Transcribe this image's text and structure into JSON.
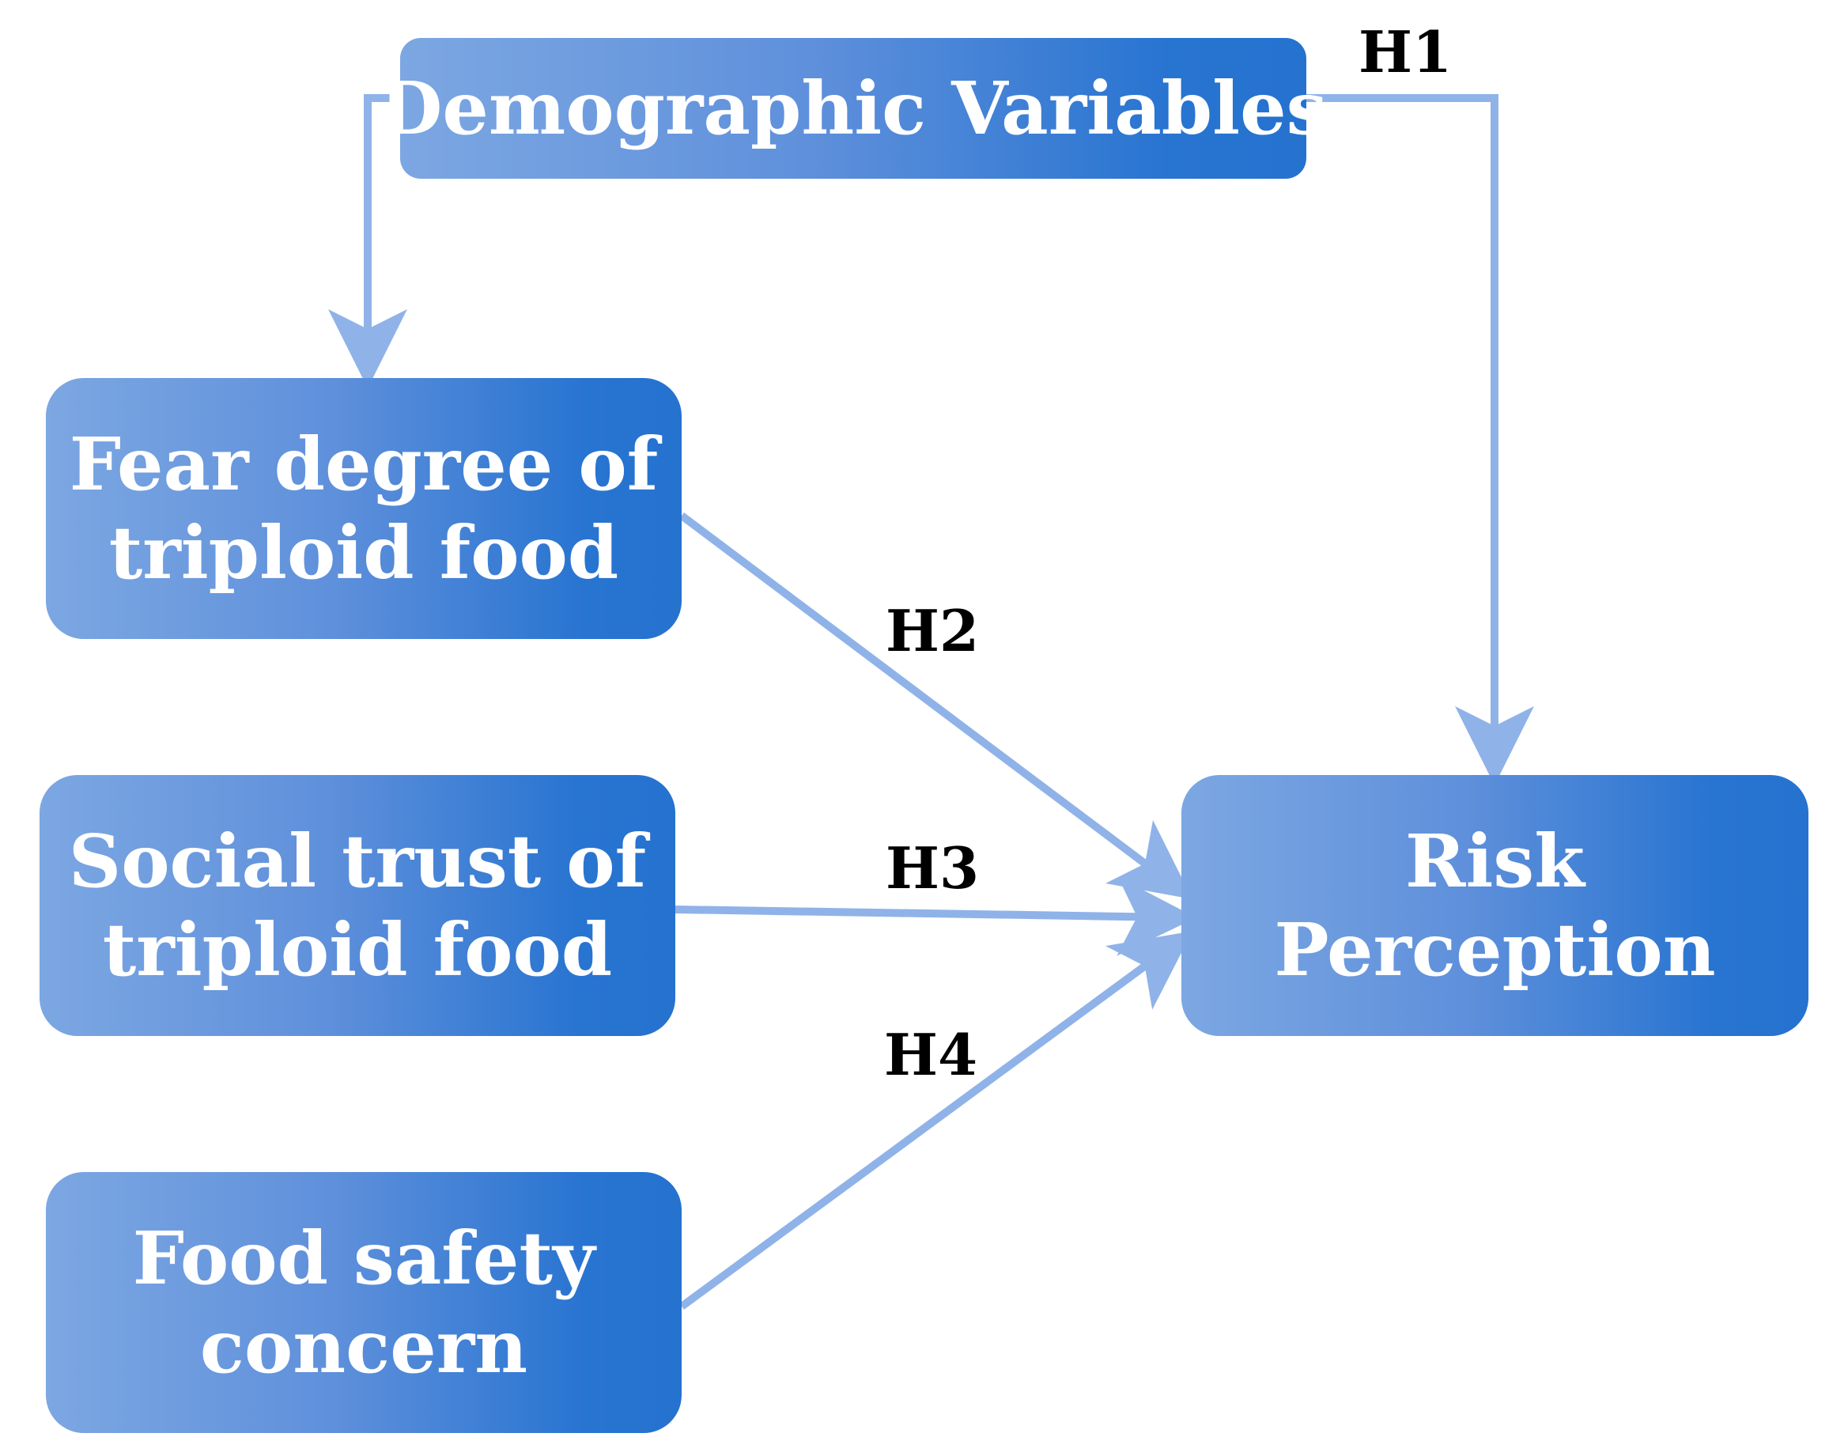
{
  "colors": {
    "box_gradient_start": "#7ca7e2",
    "box_gradient_end": "#2572cf",
    "arrow": "#8fb3e8",
    "box_text": "#ffffff",
    "label_text": "#000000",
    "background": "#ffffff"
  },
  "nodes": {
    "demographics": "Demographic Variables",
    "fear": "Fear degree of\ntriploid food",
    "trust": "Social trust of\ntriploid food",
    "concern": "Food safety\nconcern",
    "risk": "Risk\nPerception"
  },
  "hypotheses": {
    "h1": "H1",
    "h2": "H2",
    "h3": "H3",
    "h4": "H4"
  },
  "edges": [
    {
      "from": "demographics",
      "to": "fear"
    },
    {
      "from": "demographics",
      "to": "risk",
      "label": "H1"
    },
    {
      "from": "fear",
      "to": "risk",
      "label": "H2"
    },
    {
      "from": "trust",
      "to": "risk",
      "label": "H3"
    },
    {
      "from": "concern",
      "to": "risk",
      "label": "H4"
    }
  ]
}
